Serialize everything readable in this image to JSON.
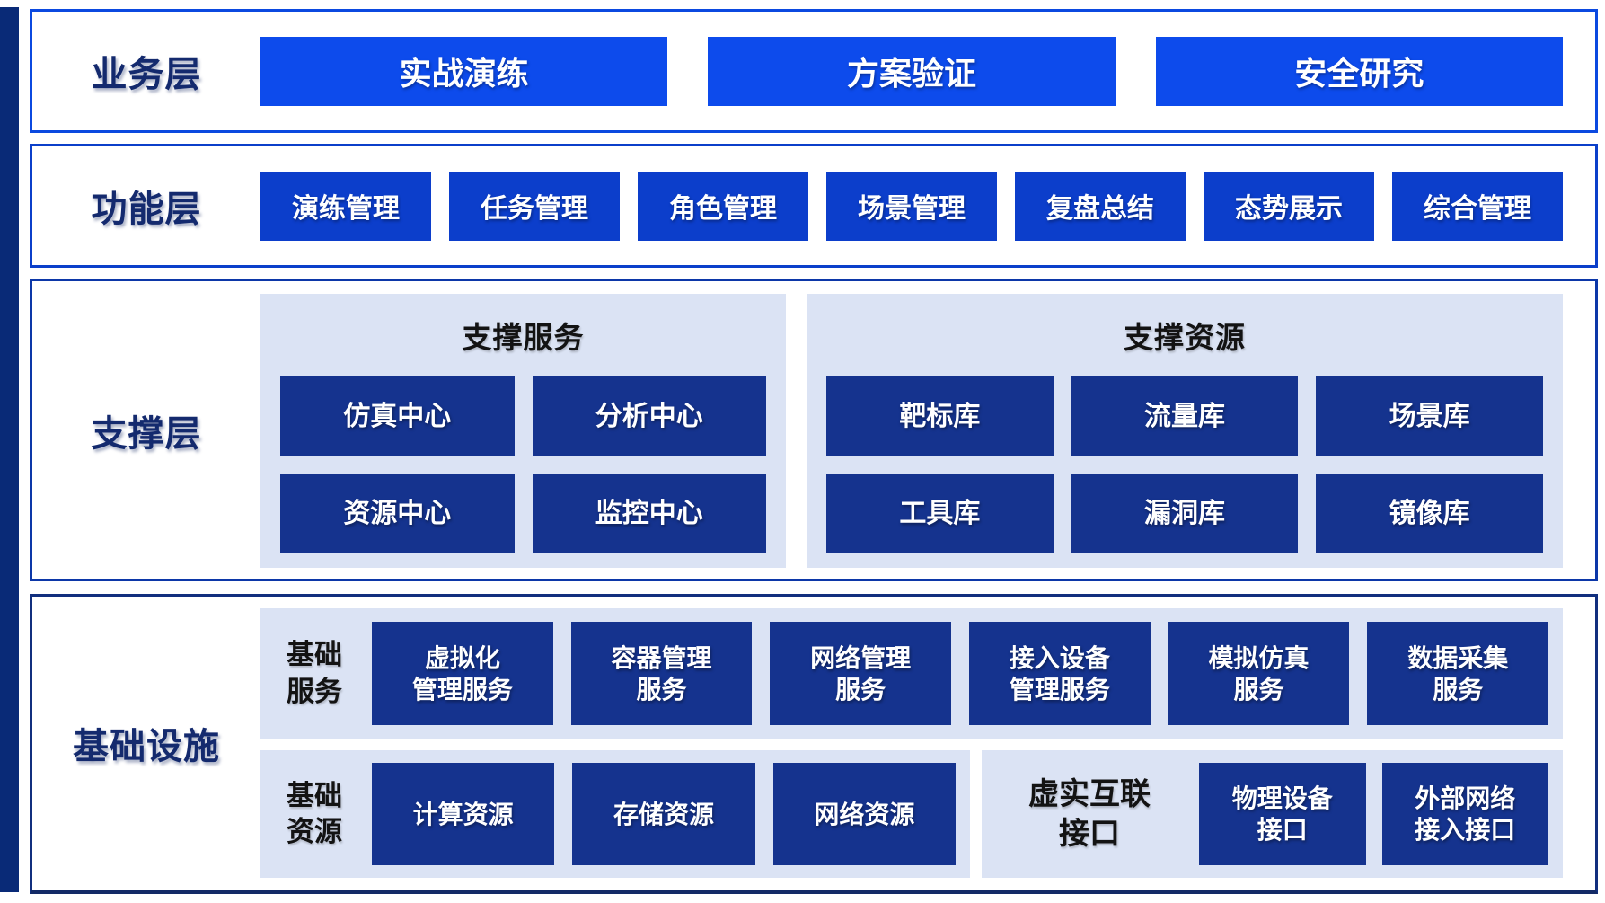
{
  "colors": {
    "bright_blue": "#0d4bec",
    "medium_blue": "#0c3ecb",
    "navy_button": "#15338e",
    "panel_light": "#dbe3f4",
    "label_navy": "#142a6e",
    "left_bar": "#092a77",
    "border_business": "#0b49e0",
    "border_function": "#0b3fca",
    "border_support": "#0c37a8",
    "border_infra": "#112f7e"
  },
  "business": {
    "label": "业务层",
    "buttons": [
      "实战演练",
      "方案验证",
      "安全研究"
    ]
  },
  "function": {
    "label": "功能层",
    "buttons": [
      "演练管理",
      "任务管理",
      "角色管理",
      "场景管理",
      "复盘总结",
      "态势展示",
      "综合管理"
    ]
  },
  "support": {
    "label": "支撑层",
    "services": {
      "title": "支撑服务",
      "buttons": [
        "仿真中心",
        "分析中心",
        "资源中心",
        "监控中心"
      ]
    },
    "resources": {
      "title": "支撑资源",
      "buttons": [
        "靶标库",
        "流量库",
        "场景库",
        "工具库",
        "漏洞库",
        "镜像库"
      ]
    }
  },
  "infrastructure": {
    "label": "基础设施",
    "services": {
      "title": "基础\n服务",
      "buttons": [
        "虚拟化\n管理服务",
        "容器管理\n服务",
        "网络管理\n服务",
        "接入设备\n管理服务",
        "模拟仿真\n服务",
        "数据采集\n服务"
      ]
    },
    "resources": {
      "title": "基础\n资源",
      "buttons": [
        "计算资源",
        "存储资源",
        "网络资源"
      ]
    },
    "interfaces": {
      "title": "虚实互联\n接口",
      "buttons": [
        "物理设备\n接口",
        "外部网络\n接入接口"
      ]
    }
  }
}
